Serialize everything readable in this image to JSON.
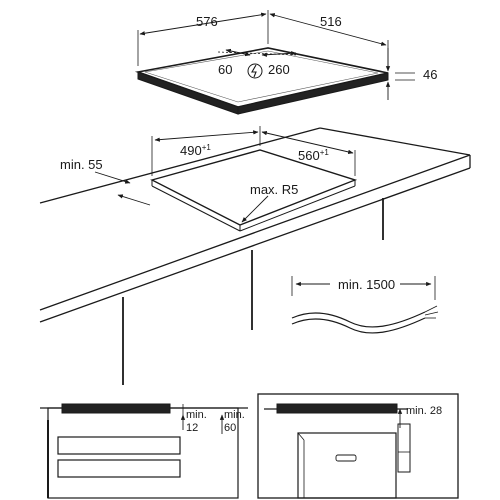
{
  "hob": {
    "width": "576",
    "depth": "516",
    "height": "46",
    "cable_left": "60",
    "cable_right": "260"
  },
  "cutout": {
    "width": "490",
    "width_tol": "+1",
    "depth": "560",
    "depth_tol": "+1",
    "radius": "max. R5",
    "min_edge": "min. 55"
  },
  "cable": {
    "min_length": "min. 1500"
  },
  "section_left": {
    "min_a": "min.",
    "min_a_val": "12",
    "min_b": "min.",
    "min_b_val": "60"
  },
  "section_right": {
    "min_gap": "min. 28"
  }
}
